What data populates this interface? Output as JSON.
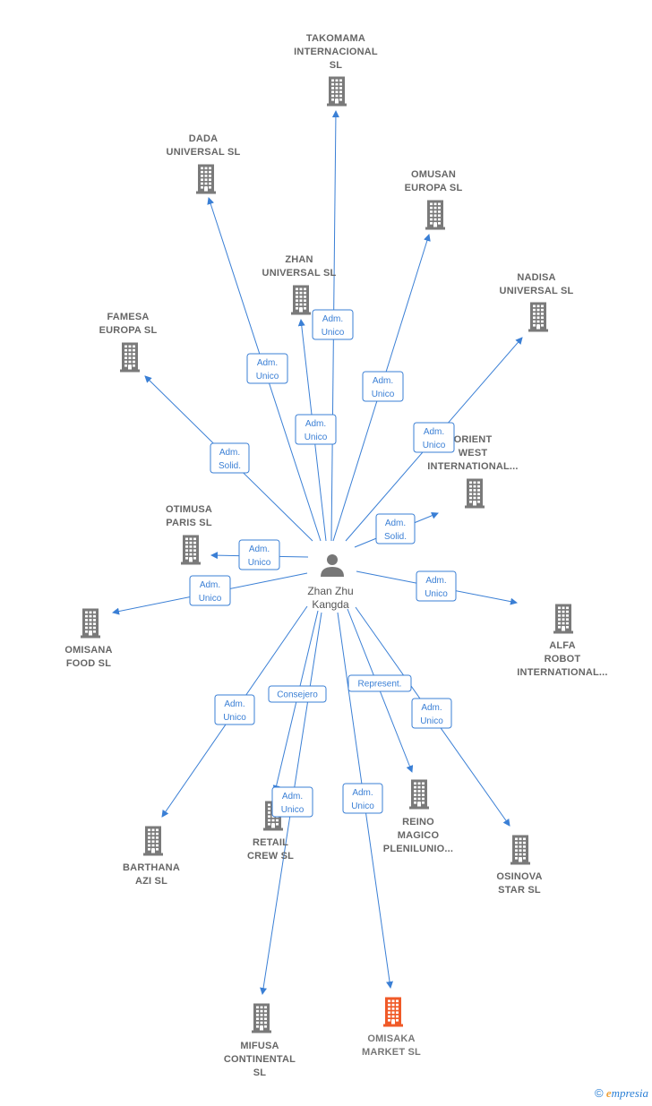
{
  "center": {
    "label_line1": "Zhan Zhu",
    "label_line2": "Kangda"
  },
  "colors": {
    "edge": "#3a7fd5",
    "building": "#7a7a7a",
    "highlight": "#f05a28"
  },
  "companies": [
    {
      "id": "takomama",
      "lines": [
        "TAKOMAMA",
        "INTERNACIONAL",
        "SL"
      ],
      "highlight": false
    },
    {
      "id": "dada",
      "lines": [
        "DADA",
        "UNIVERSAL  SL"
      ],
      "highlight": false
    },
    {
      "id": "omusan",
      "lines": [
        "OMUSAN",
        "EUROPA  SL"
      ],
      "highlight": false
    },
    {
      "id": "zhan",
      "lines": [
        "ZHAN",
        "UNIVERSAL SL"
      ],
      "highlight": false
    },
    {
      "id": "nadisa",
      "lines": [
        "NADISA",
        "UNIVERSAL  SL"
      ],
      "highlight": false
    },
    {
      "id": "famesa",
      "lines": [
        "FAMESA",
        "EUROPA SL"
      ],
      "highlight": false
    },
    {
      "id": "orient",
      "lines": [
        "ORIENT",
        "WEST",
        "INTERNATIONAL..."
      ],
      "highlight": false
    },
    {
      "id": "otimusa",
      "lines": [
        "OTIMUSA",
        "PARIS  SL"
      ],
      "highlight": false
    },
    {
      "id": "omisana",
      "lines": [
        "OMISANA",
        "FOOD  SL"
      ],
      "highlight": false
    },
    {
      "id": "alfa",
      "lines": [
        "ALFA",
        "ROBOT",
        "INTERNATIONAL..."
      ],
      "highlight": false
    },
    {
      "id": "barthana",
      "lines": [
        "BARTHANA",
        "AZI SL"
      ],
      "highlight": false
    },
    {
      "id": "retail",
      "lines": [
        "RETAIL",
        "CREW  SL"
      ],
      "highlight": false
    },
    {
      "id": "reino",
      "lines": [
        "REINO",
        "MAGICO",
        "PLENILUNIO..."
      ],
      "highlight": false
    },
    {
      "id": "osinova",
      "lines": [
        "OSINOVA",
        "STAR  SL"
      ],
      "highlight": false
    },
    {
      "id": "mifusa",
      "lines": [
        "MIFUSA",
        "CONTINENTAL",
        "SL"
      ],
      "highlight": false
    },
    {
      "id": "omisaka",
      "lines": [
        "OMISAKA",
        "MARKET  SL"
      ],
      "highlight": true
    }
  ],
  "edges": [
    {
      "target": "takomama",
      "label": [
        "Adm.",
        "Unico"
      ]
    },
    {
      "target": "dada",
      "label": [
        "Adm.",
        "Unico"
      ]
    },
    {
      "target": "omusan",
      "label": [
        "Adm.",
        "Unico"
      ]
    },
    {
      "target": "zhan",
      "label": [
        "Adm.",
        "Unico"
      ]
    },
    {
      "target": "nadisa",
      "label": [
        "Adm.",
        "Unico"
      ]
    },
    {
      "target": "famesa",
      "label": [
        "Adm.",
        "Solid."
      ]
    },
    {
      "target": "orient",
      "label": [
        "Adm.",
        "Solid."
      ]
    },
    {
      "target": "otimusa",
      "label": [
        "Adm.",
        "Unico"
      ]
    },
    {
      "target": "omisana",
      "label": [
        "Adm.",
        "Unico"
      ]
    },
    {
      "target": "alfa",
      "label": [
        "Adm.",
        "Unico"
      ]
    },
    {
      "target": "barthana",
      "label": [
        "Adm.",
        "Unico"
      ]
    },
    {
      "target": "retail",
      "label": [
        "Consejero"
      ]
    },
    {
      "target": "reino",
      "label": [
        "Represent."
      ]
    },
    {
      "target": "osinova",
      "label": [
        "Adm.",
        "Unico"
      ]
    },
    {
      "target": "mifusa",
      "label": [
        "Adm.",
        "Unico"
      ]
    },
    {
      "target": "omisaka",
      "label": [
        "Adm.",
        "Unico"
      ]
    }
  ],
  "credit": {
    "symbol": "©",
    "brand_initial": "e",
    "brand_rest": "mpresia"
  }
}
